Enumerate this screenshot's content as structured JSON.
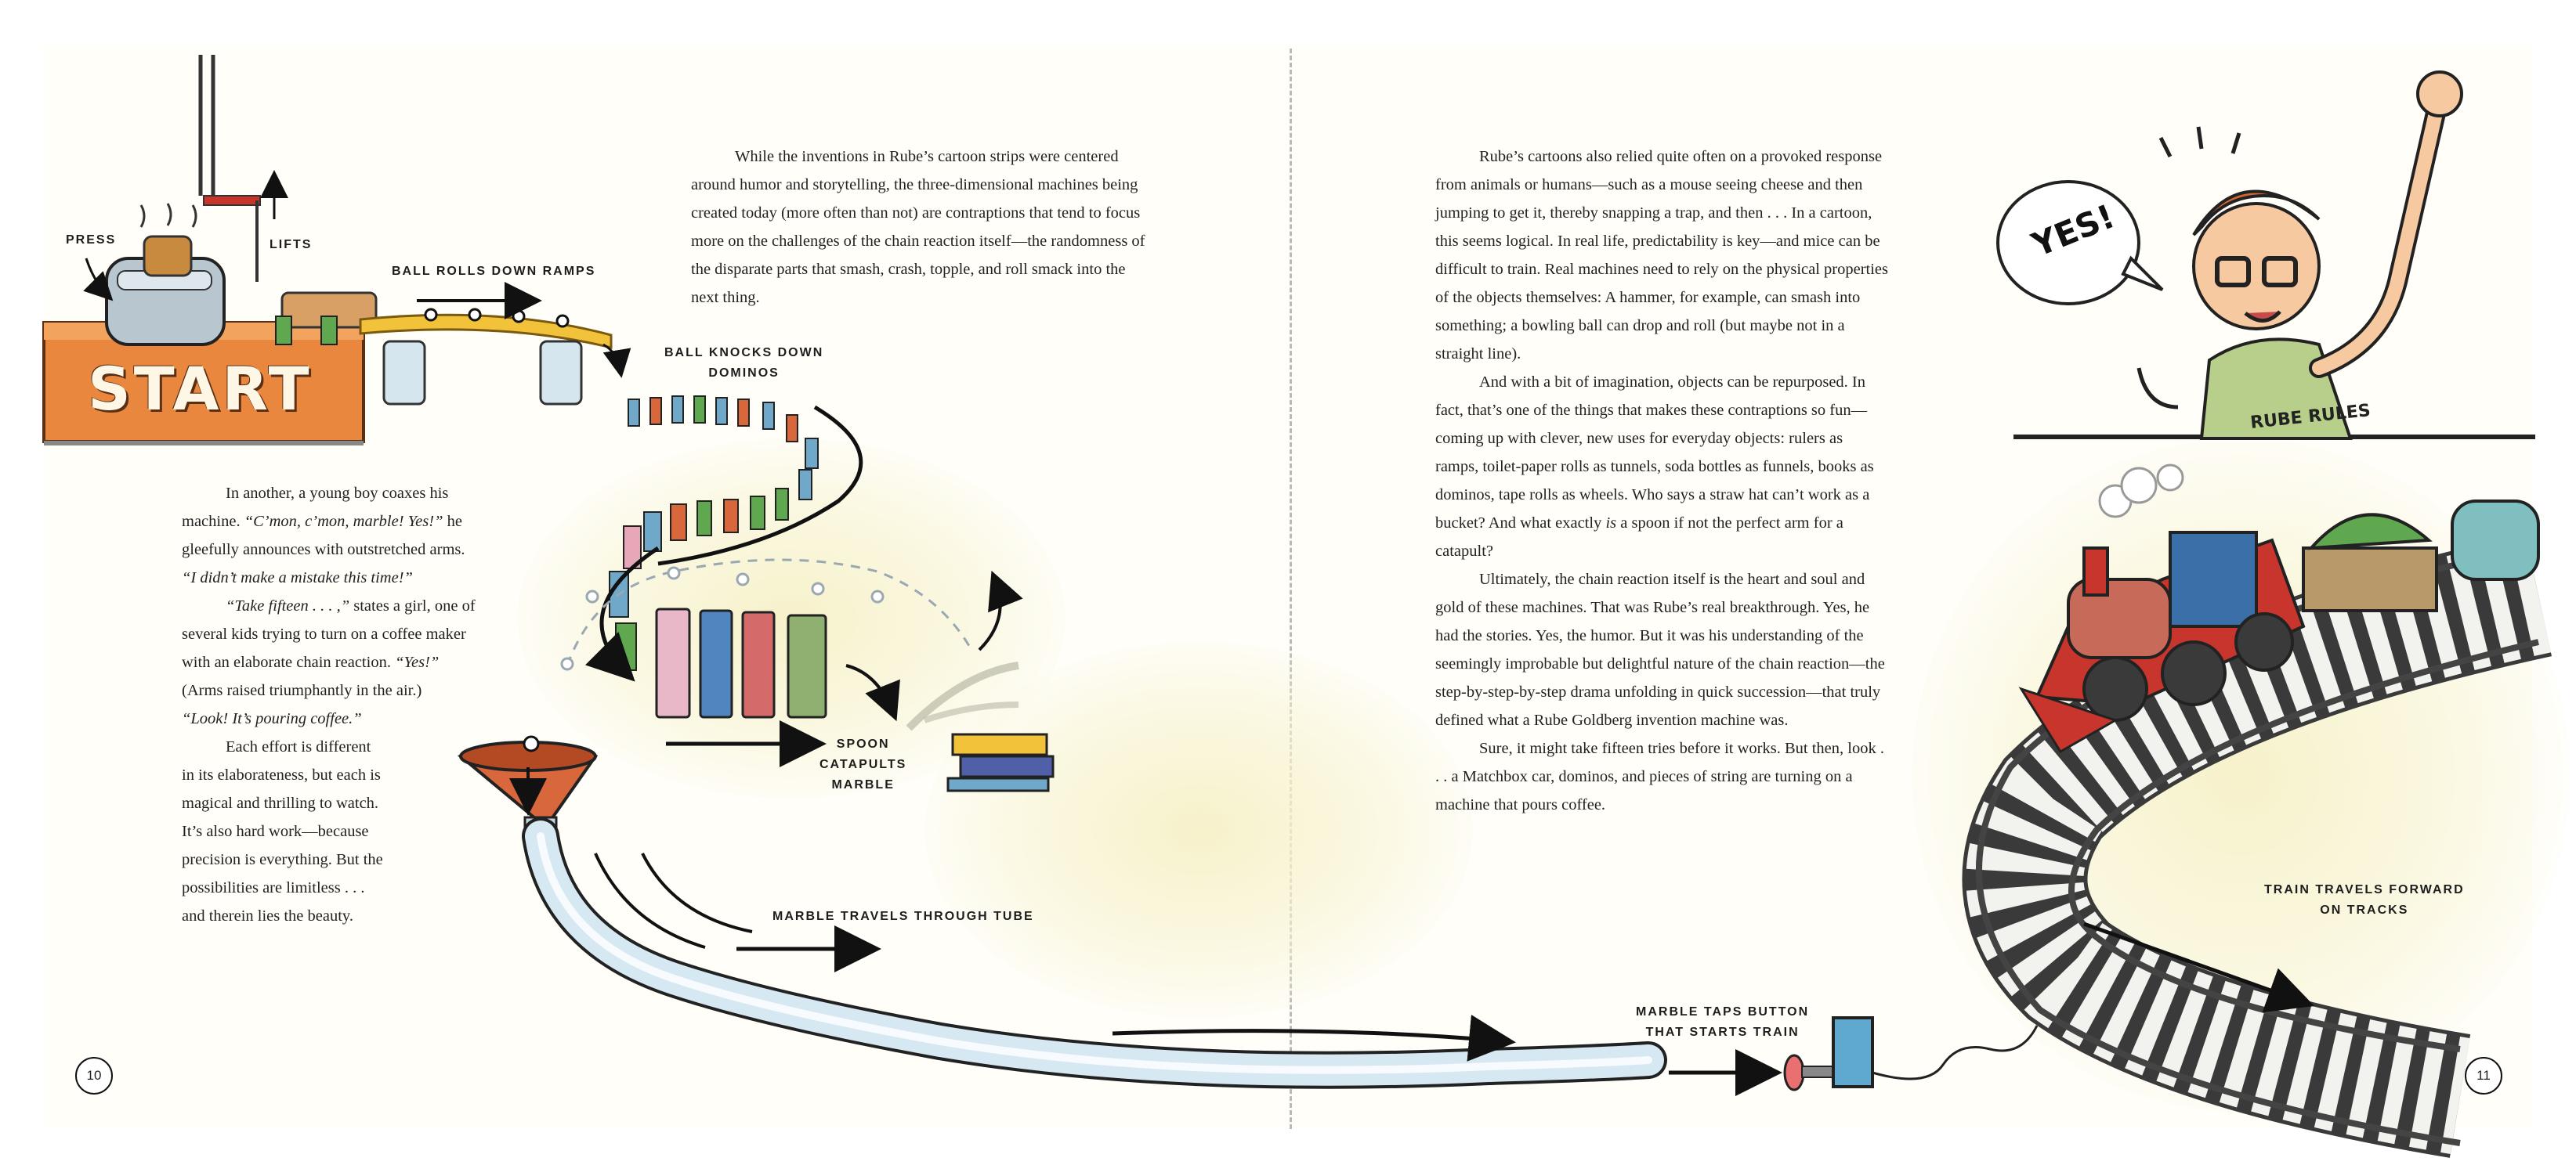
{
  "left_page": {
    "page_number": "10",
    "paragraph_1": "While the inventions in Rube’s cartoon strips were centered around humor and storytelling, the three-dimensional machines being created today (more often than not) are contraptions that tend to focus more on the challenges of the chain reaction itself—the randomness of the disparate parts that smash, crash, topple, and roll smack into the next thing.",
    "paragraph_2_lines": [
      {
        "text": "In another, a young boy coaxes his",
        "style": "indent"
      },
      {
        "text": "machine. ",
        "tail": "“C’mon, c’mon, marble! Yes!”",
        "tail2": " he"
      },
      {
        "text": "gleefully announces with outstretched arms."
      },
      {
        "text": "“I didn’t make a mistake this time!”",
        "style": "italic"
      }
    ],
    "paragraph_3_lines": [
      {
        "italic": "“Take fifteen . . . ,”",
        "text": " states a girl, one of"
      },
      {
        "text": "several kids trying to turn on a coffee maker"
      },
      {
        "text": "with an elaborate chain reaction. ",
        "italic": "“Yes!”"
      },
      {
        "text": "(Arms raised triumphantly in the air.)"
      },
      {
        "text": "“Look! It’s pouring coffee.”",
        "style": "italic"
      }
    ],
    "paragraph_4_lines": [
      "Each effort is different",
      "in its elaborateness, but each is",
      "magical and thrilling to watch.",
      "It’s also hard work—because",
      "precision is everything. But the",
      "possibilities are limitless . . .",
      "and therein lies the beauty."
    ]
  },
  "right_page": {
    "page_number": "11",
    "paragraph_1": "Rube’s cartoons also relied quite often on a provoked response from animals or humans—such as a mouse seeing cheese and then jumping to get it, thereby snapping a trap, and then . . . In a cartoon, this seems logical. In real life, predictability is key—and mice can be difficult to train. Real machines need to rely on the physical properties of the objects themselves: A hammer, for example, can smash into something; a bowling ball can drop and roll (but maybe not in a straight line).",
    "paragraph_2a": "And with a bit of imagination, objects can be repurposed. In fact, that’s one of the things that makes these contraptions so fun—coming up with clever, new uses for everyday objects: rulers as ramps, toilet-paper rolls as tunnels, soda bottles as funnels, books as dominos, tape rolls as wheels. Who says a straw hat can’t work as a bucket? And what exactly ",
    "paragraph_2_italic": "is",
    "paragraph_2b": " a spoon if not the perfect arm for a catapult?",
    "paragraph_3": "Ultimately, the chain reaction itself is the heart and soul and gold of these machines. That was Rube’s real breakthrough. Yes, he had the stories. Yes, the humor. But it was his understanding of the seemingly improbable but delightful nature of the chain reaction—the step-by-step-by-step drama unfolding in quick succession—that truly defined what a Rube Goldberg invention machine was.",
    "paragraph_4": "Sure, it might take fifteen tries before it works. But then, look . . . a Matchbox car, dominos, and pieces of string are turning on a machine that pours coffee."
  },
  "captions": {
    "press": "PRESS",
    "lifts": "LIFTS",
    "ball_rolls": "BALL ROLLS DOWN RAMPS",
    "ball_knocks_1": "BALL KNOCKS DOWN",
    "ball_knocks_2": "DOMINOS",
    "spoon_1": "SPOON",
    "spoon_2": "CATAPULTS",
    "spoon_3": "MARBLE",
    "marble_tube": "MARBLE TRAVELS THROUGH TUBE",
    "marble_taps_1": "MARBLE TAPS BUTTON",
    "marble_taps_2": "THAT STARTS TRAIN",
    "train_1": "TRAIN TRAVELS FORWARD",
    "train_2": "ON TRACKS"
  },
  "illustration_text": {
    "start": "START",
    "yes": "YES!",
    "shirt": "RUBE RULES"
  },
  "colors": {
    "start_box": "#e8873d",
    "ramp": "#f2c23a",
    "tube": "#d6e8f2",
    "funnel": "#d9673c",
    "train_red": "#c8352c",
    "train_blue": "#3a6fa8",
    "shirt": "#b7cf8a",
    "hair": "#d2692f"
  }
}
